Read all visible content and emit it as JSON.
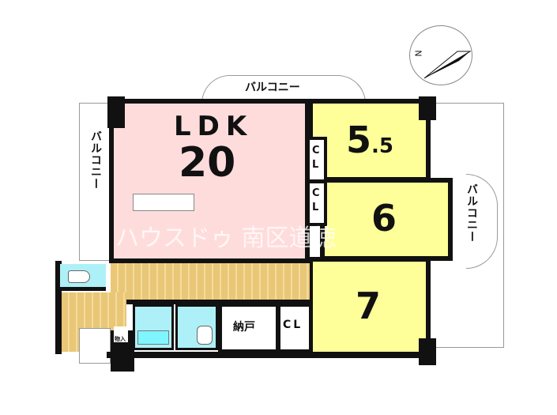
{
  "rooms": {
    "ldk": {
      "name": "LDK",
      "size": "20"
    },
    "room1": {
      "size": "5",
      "size_decimal": ".5"
    },
    "room2": {
      "size": "6"
    },
    "room3": {
      "size": "7"
    },
    "closet1": "CL",
    "closet2": "CL",
    "closet3": "CL",
    "storage": "納戸",
    "shoe_storage": "物入"
  },
  "balconies": {
    "top": "バルコニー",
    "left": "バルコニー",
    "right": "バルコニー"
  },
  "compass": {
    "label": "N"
  },
  "watermark": "ハウスドゥ 南区道徳",
  "colors": {
    "ldk": "#ffdcdc",
    "bedroom": "#ffff99",
    "wet": "#aef0f8",
    "wood": "#e9c777"
  }
}
